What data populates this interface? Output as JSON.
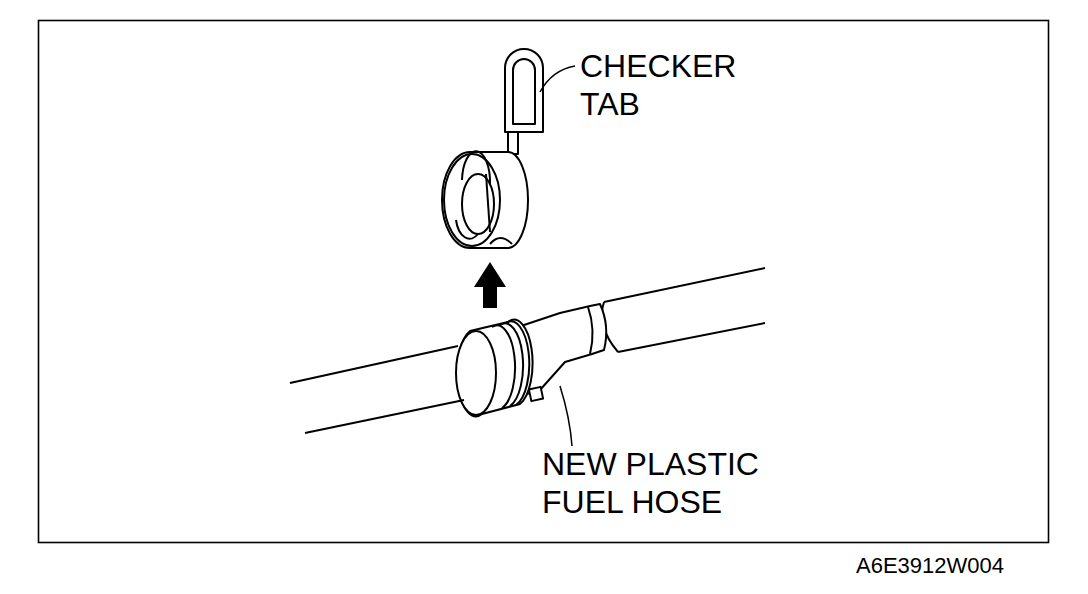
{
  "diagram": {
    "labels": [
      "CHECKER TAB",
      "NEW PLASTIC FUEL HOSE",
      "A6E3912W004"
    ]
  }
}
